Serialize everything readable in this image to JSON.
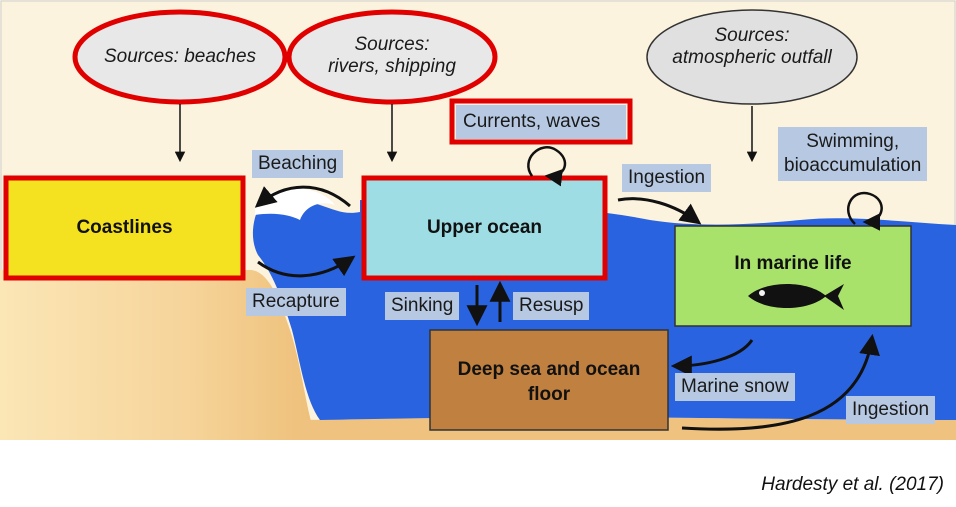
{
  "sources": {
    "beaches": "Sources: beaches",
    "rivers_line1": "Sources:",
    "rivers_line2": "rivers, shipping",
    "atmos_line1": "Sources:",
    "atmos_line2": "atmospheric outfall"
  },
  "boxes": {
    "coastlines": "Coastlines",
    "upper_ocean": "Upper ocean",
    "marine_life": "In marine life",
    "deep_sea_line1": "Deep sea and ocean",
    "deep_sea_line2": "floor"
  },
  "processes": {
    "currents": "Currents, waves",
    "beaching": "Beaching",
    "recapture": "Recapture",
    "ingestion_top": "Ingestion",
    "swimming_line1": "Swimming,",
    "swimming_line2": "bioaccumulation",
    "sinking": "Sinking",
    "resusp": "Resusp",
    "marine_snow": "Marine snow",
    "ingestion_bottom": "Ingestion"
  },
  "citation": "Hardesty et al. (2017)",
  "colors": {
    "highlight": "#e00000",
    "ocean": "#2a63e0",
    "sand": "#f3cf8e",
    "coast_box": "#f4e11f",
    "upper_box": "#9fdde4",
    "life_box": "#a9e26b",
    "deep_box": "#c0803f",
    "tag": "#b7c9e2"
  }
}
